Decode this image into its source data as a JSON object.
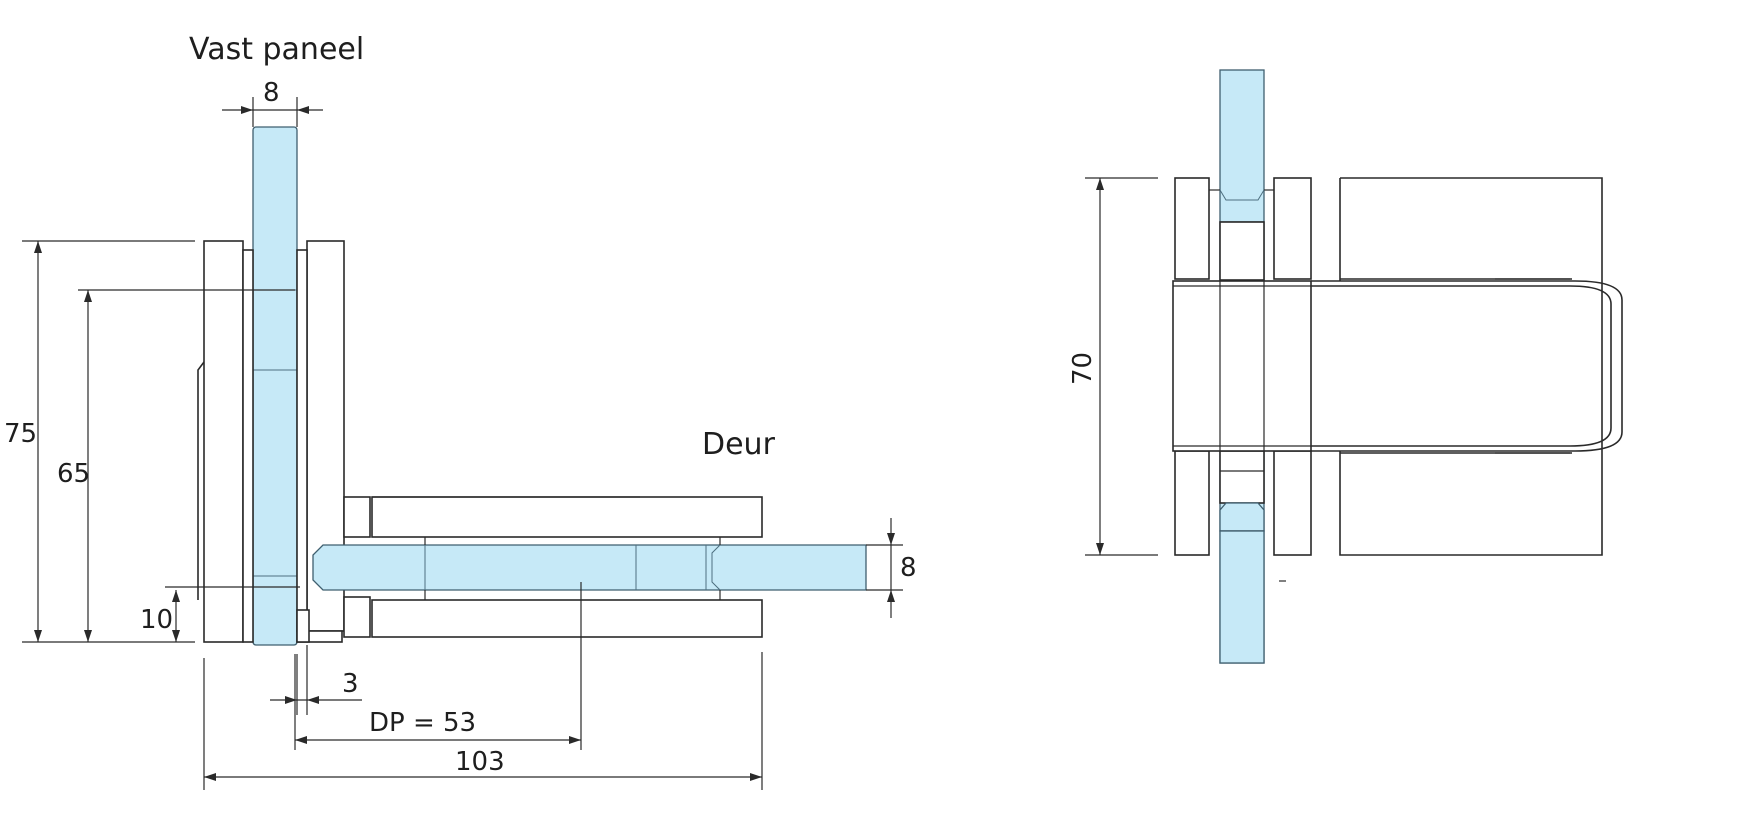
{
  "labels": {
    "fixed_panel": "Vast paneel",
    "door": "Deur"
  },
  "dimensions": {
    "fixed_glass_thickness": "8",
    "overall_height": "75",
    "plate_height": "65",
    "bottom_offset": "10",
    "gap": "3",
    "pivot_distance": "DP = 53",
    "overall_width": "103",
    "door_glass_thickness": "8",
    "front_height": "70"
  },
  "colors": {
    "glass_fill": "#c6e9f7",
    "line": "#2a2a2a"
  }
}
